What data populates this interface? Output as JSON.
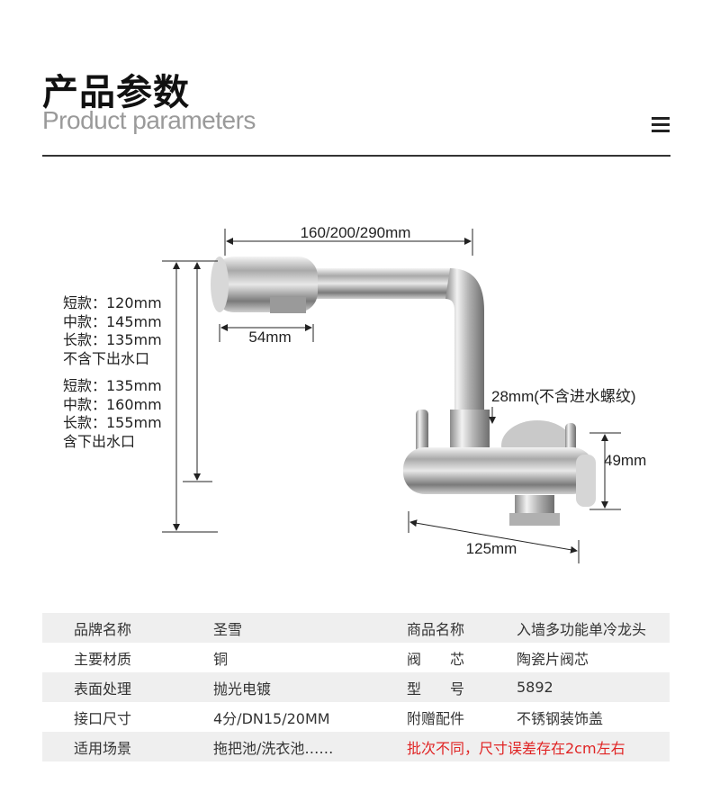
{
  "header": {
    "title_cn": "产品参数",
    "title_en": "Product parameters",
    "menu_icon": "hamburger-menu-icon"
  },
  "diagram": {
    "dims": {
      "spout_length": "160/200/290mm",
      "outlet_width": "54mm",
      "pipe_diameter": "28mm(不含进水螺纹)",
      "body_height": "49mm",
      "body_width": "125mm"
    },
    "notes_without_outlet": [
      "短款：120mm",
      "中款：145mm",
      "长款：135mm",
      "不含下出水口"
    ],
    "notes_with_outlet": [
      "短款：135mm",
      "中款：160mm",
      "长款：155mm",
      "含下出水口"
    ]
  },
  "specs": [
    {
      "label1": "品牌名称",
      "value1": "圣雪",
      "label2": "商品名称",
      "value2": "入墙多功能单冷龙头"
    },
    {
      "label1": "主要材质",
      "value1": "铜",
      "label2": "阀　　芯",
      "value2": "陶瓷片阀芯"
    },
    {
      "label1": "表面处理",
      "value1": "抛光电镀",
      "label2": "型　　号",
      "value2": "5892"
    },
    {
      "label1": "接口尺寸",
      "value1": "4分/DN15/20MM",
      "label2": "附赠配件",
      "value2": "不锈钢装饰盖"
    },
    {
      "label1": "适用场景",
      "value1": "拖把池/洗衣池……",
      "label2": "",
      "value2": "批次不同，尺寸误差存在2cm左右"
    }
  ],
  "colors": {
    "accent_red": "#e02424",
    "row_shade": "#efefef",
    "title": "#111111",
    "subtitle": "#9a9a9a"
  }
}
